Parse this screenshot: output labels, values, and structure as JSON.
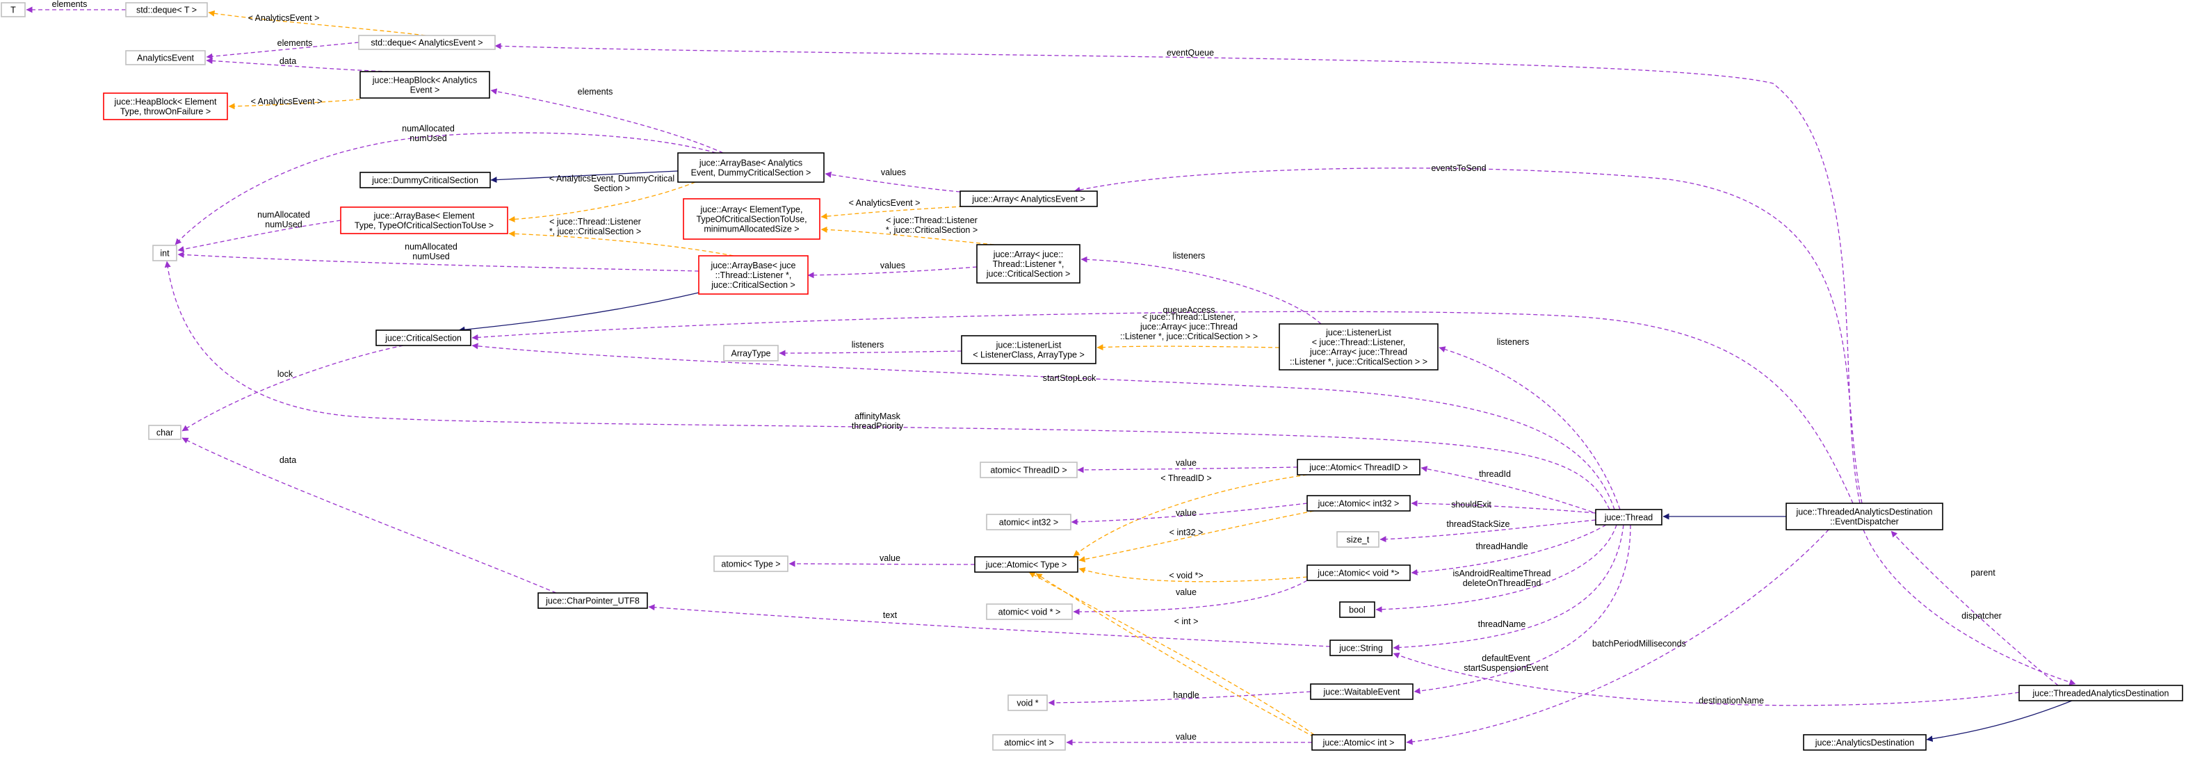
{
  "colors": {
    "usage_edge": "#9a32cd",
    "template_edge": "#ffa500",
    "inherit_edge": "#191970",
    "box_plain": "#000000",
    "box_undoc": "#bfbfbf",
    "box_truncated": "#ff0000",
    "box_focus_fill": "#bfbfbf"
  },
  "nodes": {
    "T": [
      "T"
    ],
    "std_deque_T": [
      "std::deque< T >"
    ],
    "std_deque_AE": [
      "std::deque< AnalyticsEvent >"
    ],
    "AnalyticsEvent": [
      "AnalyticsEvent"
    ],
    "HeapBlock_AE": [
      "juce::HeapBlock< Analytics",
      "Event >"
    ],
    "HeapBlock_generic": [
      "juce::HeapBlock< Element",
      "Type, throwOnFailure >"
    ],
    "DummyCriticalSection": [
      "juce::DummyCriticalSection"
    ],
    "ArrayBase_AE": [
      "juce::ArrayBase< Analytics",
      "Event, DummyCriticalSection >"
    ],
    "Array_AE": [
      "juce::Array< AnalyticsEvent >"
    ],
    "int": [
      "int"
    ],
    "ArrayBase_generic": [
      "juce::ArrayBase< Element",
      "Type, TypeOfCriticalSectionToUse >"
    ],
    "Array_generic": [
      "juce::Array< ElementType,",
      "TypeOfCriticalSectionToUse,",
      "minimumAllocatedSize >"
    ],
    "Array_Listener": [
      "juce::Array< juce::",
      "Thread::Listener *,",
      "juce::CriticalSection >"
    ],
    "ArrayBase_Listener": [
      "juce::ArrayBase< juce",
      "::Thread::Listener *,",
      "juce::CriticalSection >"
    ],
    "CriticalSection": [
      "juce::CriticalSection"
    ],
    "ArrayType": [
      "ArrayType"
    ],
    "ListenerList_generic": [
      "juce::ListenerList",
      "< ListenerClass, ArrayType >"
    ],
    "ListenerList_Thread": [
      "juce::ListenerList",
      "< juce::Thread::Listener,",
      "juce::Array< juce::Thread",
      "::Listener *, juce::CriticalSection > >"
    ],
    "char": [
      "char"
    ],
    "atomic_ThreadID": [
      "atomic< ThreadID >"
    ],
    "Atomic_ThreadID": [
      "juce::Atomic< ThreadID >"
    ],
    "atomic_int32": [
      "atomic< int32 >"
    ],
    "Atomic_int32": [
      "juce::Atomic< int32 >"
    ],
    "size_t": [
      "size_t"
    ],
    "atomic_Type": [
      "atomic< Type >"
    ],
    "Atomic_Type": [
      "juce::Atomic< Type >"
    ],
    "Atomic_voidp": [
      "juce::Atomic< void *>"
    ],
    "CharPointer": [
      "juce::CharPointer_UTF8"
    ],
    "atomic_voidp": [
      "atomic< void * >"
    ],
    "bool": [
      "bool"
    ],
    "String": [
      "juce::String"
    ],
    "Thread": [
      "juce::Thread"
    ],
    "EventDispatcher": [
      "juce::ThreadedAnalyticsDestination",
      "::EventDispatcher"
    ],
    "voidp": [
      "void *"
    ],
    "WaitableEvent": [
      "juce::WaitableEvent"
    ],
    "ThreadedAD": [
      "juce::ThreadedAnalyticsDestination"
    ],
    "atomic_int": [
      "atomic< int >"
    ],
    "Atomic_int": [
      "juce::Atomic< int >"
    ],
    "AnalyticsDestination": [
      "juce::AnalyticsDestination"
    ]
  },
  "edge_labels": {
    "T_deque": [
      "elements"
    ],
    "deque_AE_tpl": [
      "< AnalyticsEvent >"
    ],
    "eventQueue": [
      "eventQueue"
    ],
    "AE_elements": [
      "elements"
    ],
    "AE_data": [
      "data"
    ],
    "heap_tpl": [
      "< AnalyticsEvent >"
    ],
    "heap_elements": [
      "elements"
    ],
    "ab_ae_int": [
      "numAllocated",
      "numUsed"
    ],
    "values_ae": [
      "values"
    ],
    "eventsToSend": [
      "eventsToSend"
    ],
    "ab_ae_tpl": [
      "< AnalyticsEvent, DummyCritical",
      "Section >"
    ],
    "ab_gen_int": [
      "numAllocated",
      "numUsed"
    ],
    "arr_ae_tpl": [
      "< AnalyticsEvent >"
    ],
    "ab_l_tpl": [
      "< juce::Thread::Listener",
      "*, juce::CriticalSection >"
    ],
    "arr_l_tpl": [
      "< juce::Thread::Listener",
      "*, juce::CriticalSection >"
    ],
    "listeners_arr": [
      "listeners"
    ],
    "ab_l_int": [
      "numAllocated",
      "numUsed"
    ],
    "values_l": [
      "values"
    ],
    "queueAccess": [
      "queueAccess"
    ],
    "ll_tpl": [
      "< juce::Thread::Listener,",
      "juce::Array< juce::Thread",
      "::Listener *, juce::CriticalSection > >"
    ],
    "listeners_at": [
      "listeners"
    ],
    "listeners_t": [
      "listeners"
    ],
    "lock": [
      "lock"
    ],
    "startStopLock": [
      "startStopLock"
    ],
    "affinity": [
      "affinityMask",
      "threadPriority"
    ],
    "data_char": [
      "data"
    ],
    "value_tid": [
      "value"
    ],
    "threadId": [
      "threadId"
    ],
    "tpl_tid": [
      "< ThreadID >"
    ],
    "value_i32": [
      "value"
    ],
    "shouldExit": [
      "shouldExit"
    ],
    "tpl_i32": [
      "< int32 >"
    ],
    "threadStackSize": [
      "threadStackSize"
    ],
    "value_type": [
      "value"
    ],
    "threadHandle": [
      "threadHandle"
    ],
    "tpl_voidp": [
      "< void *>"
    ],
    "value_voidp": [
      "value"
    ],
    "bools": [
      "isAndroidRealtimeThread",
      "deleteOnThreadEnd"
    ],
    "text": [
      "text"
    ],
    "tpl_int": [
      "< int >"
    ],
    "threadName": [
      "threadName"
    ],
    "handle": [
      "handle"
    ],
    "events": [
      "defaultEvent",
      "startSuspensionEvent"
    ],
    "batch": [
      "batchPeriodMilliseconds"
    ],
    "destinationName": [
      "destinationName"
    ],
    "value_int": [
      "value"
    ],
    "parent": [
      "parent"
    ],
    "dispatcher": [
      "dispatcher"
    ]
  }
}
